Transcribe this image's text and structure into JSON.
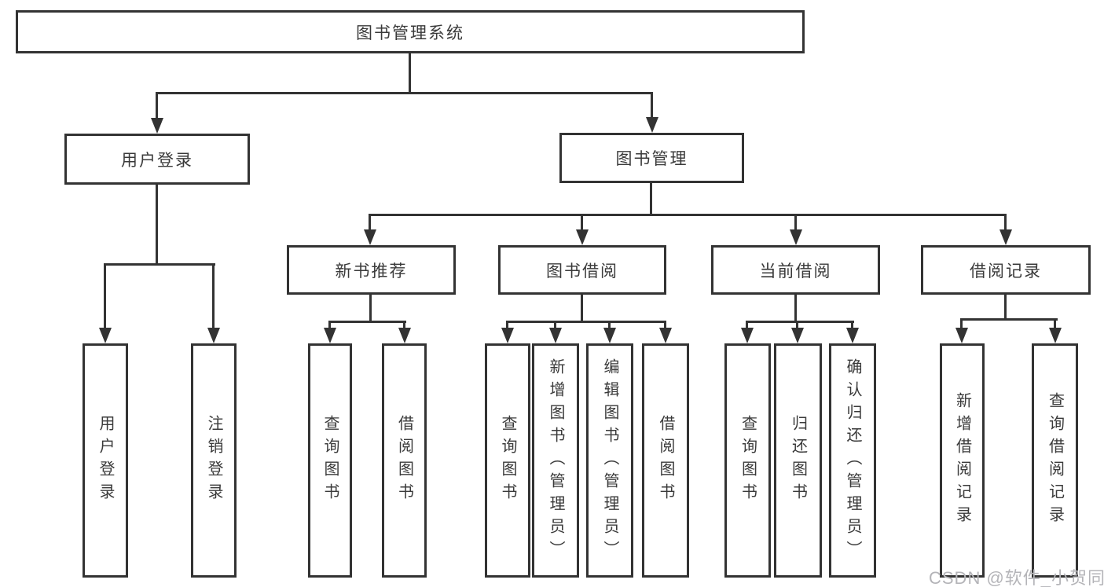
{
  "chart": {
    "type": "tree-diagram",
    "colors": {
      "line": "#333333",
      "box_background": "#ffffff",
      "text": "#3a3a3a",
      "watermark": "#b4b4b8"
    },
    "root": {
      "label": "图书管理系统"
    },
    "branches": [
      {
        "label": "用户登录",
        "children": [
          {
            "label": "用户登录"
          },
          {
            "label": "注销登录"
          }
        ]
      },
      {
        "label": "图书管理",
        "children": [
          {
            "label": "新书推荐",
            "children": [
              {
                "label": "查询图书"
              },
              {
                "label": "借阅图书"
              }
            ]
          },
          {
            "label": "图书借阅",
            "children": [
              {
                "label": "查询图书"
              },
              {
                "label": "新增图书（管理员）"
              },
              {
                "label": "编辑图书（管理员）"
              },
              {
                "label": "借阅图书"
              }
            ]
          },
          {
            "label": "当前借阅",
            "children": [
              {
                "label": "查询图书"
              },
              {
                "label": "归还图书"
              },
              {
                "label": "确认归还（管理员）"
              }
            ]
          },
          {
            "label": "借阅记录",
            "children": [
              {
                "label": "新增借阅记录"
              },
              {
                "label": "查询借阅记录"
              }
            ]
          }
        ]
      }
    ],
    "watermark": "CSDN @软件_小贺同学"
  }
}
